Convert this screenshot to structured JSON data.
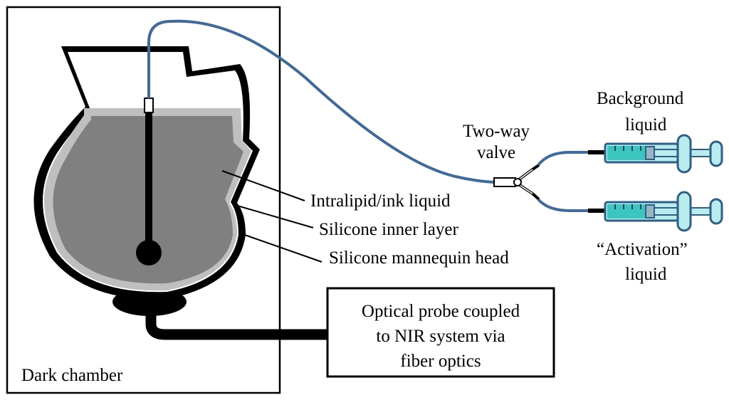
{
  "labels": {
    "dark_chamber": "Dark chamber",
    "intralipid": "Intralipid/ink liquid",
    "inner_layer": "Silicone inner layer",
    "mannequin": "Silicone mannequin head",
    "valve_line1": "Two-way",
    "valve_line2": "valve",
    "bg_line1": "Background",
    "bg_line2": "liquid",
    "act_line1": "“Activation”",
    "act_line2": "liquid",
    "probe_line1": "Optical probe coupled",
    "probe_line2": "to NIR system via",
    "probe_line3": "fiber optics"
  },
  "colors": {
    "tube_blue": "#3f6a9a",
    "liquid_gray": "#808080",
    "inner_layer_gray": "#bfbfbf",
    "syringe_cyan": "#3cc6c0",
    "syringe_outline": "#2f5f86",
    "syringe_body": "#b9ecef"
  }
}
